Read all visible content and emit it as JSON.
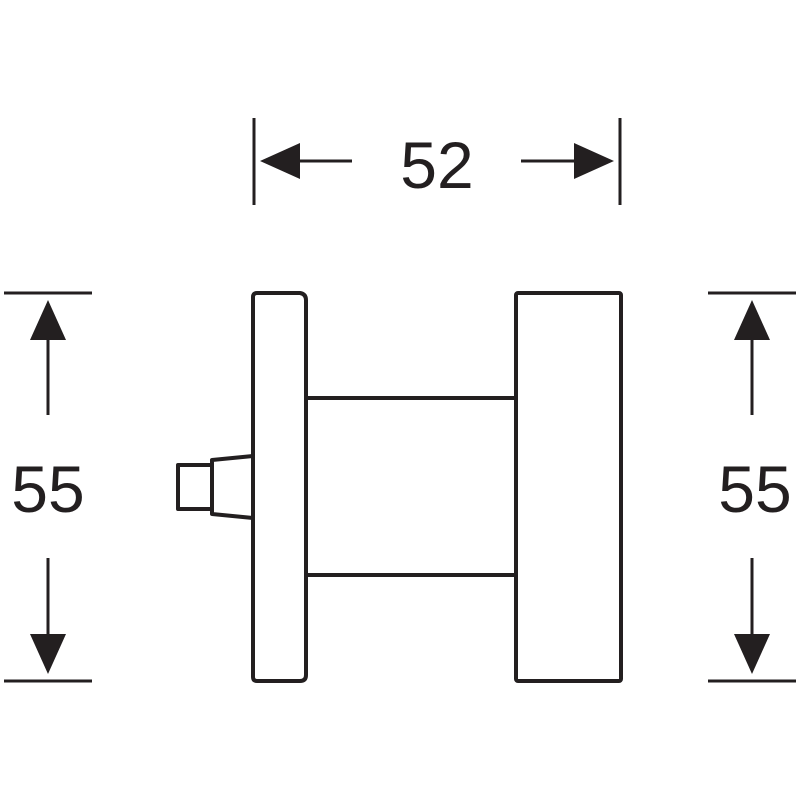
{
  "dimensions": {
    "width": "52",
    "height_left": "55",
    "height_right": "55"
  },
  "colors": {
    "line": "#231f20",
    "background": "#ffffff"
  }
}
